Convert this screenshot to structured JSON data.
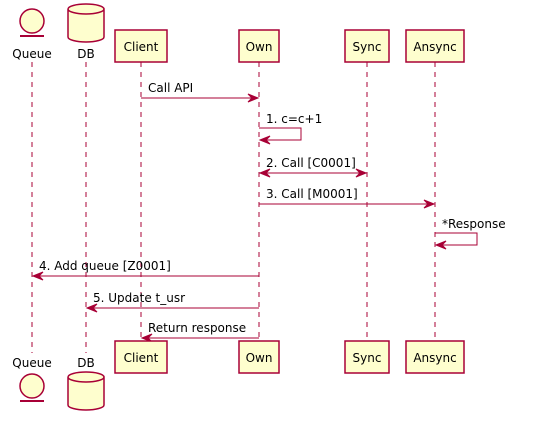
{
  "participants": [
    {
      "id": "queue",
      "label": "Queue",
      "kind": "entity"
    },
    {
      "id": "db",
      "label": "DB",
      "kind": "database"
    },
    {
      "id": "client",
      "label": "Client",
      "kind": "participant"
    },
    {
      "id": "own",
      "label": "Own",
      "kind": "participant"
    },
    {
      "id": "sync",
      "label": "Sync",
      "kind": "participant"
    },
    {
      "id": "ansync",
      "label": "Ansync",
      "kind": "participant"
    }
  ],
  "messages": [
    {
      "from": "client",
      "to": "own",
      "label": "Call API",
      "type": "sync"
    },
    {
      "from": "own",
      "to": "own",
      "label": "1. c=c+1",
      "type": "self"
    },
    {
      "from": "own",
      "to": "sync",
      "label": "2. Call [C0001]",
      "type": "bidirectional"
    },
    {
      "from": "own",
      "to": "ansync",
      "label": "3. Call [M0001]",
      "type": "sync"
    },
    {
      "from": "ansync",
      "to": "ansync",
      "label": "*Response",
      "type": "self"
    },
    {
      "from": "own",
      "to": "queue",
      "label": "4. Add queue [Z0001]",
      "type": "sync"
    },
    {
      "from": "own",
      "to": "db",
      "label": "5. Update t_usr",
      "type": "sync"
    },
    {
      "from": "own",
      "to": "client",
      "label": "Return response",
      "type": "sync"
    }
  ],
  "colors": {
    "border": "#A80036",
    "fill": "#FEFECE",
    "text": "#000000"
  }
}
